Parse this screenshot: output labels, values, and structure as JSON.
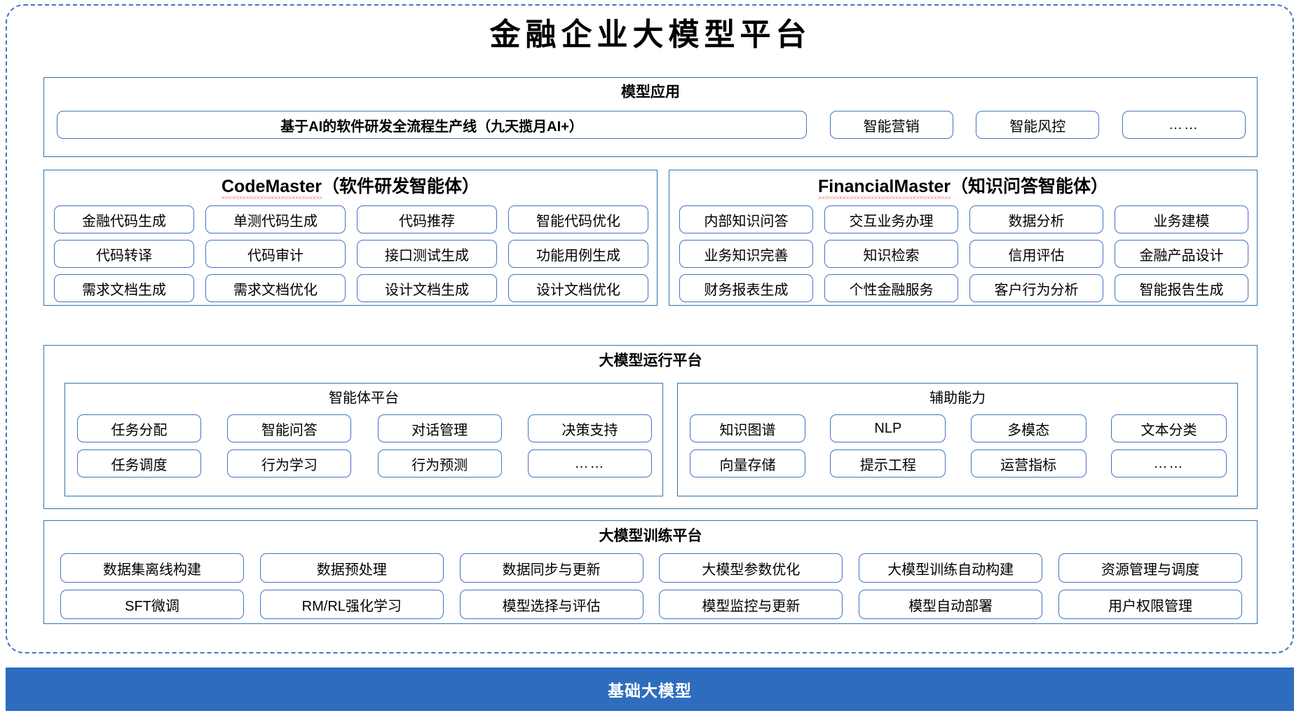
{
  "title": "金融企业大模型平台",
  "colors": {
    "frame_border": "#4472C4",
    "panel_border": "#2E74B5",
    "pill_border": "#4472C4",
    "base_bar_bg": "#2E6DBE",
    "spellcheck_underline": "#E03A2F"
  },
  "app_layer": {
    "title": "模型应用",
    "items": [
      {
        "label": "基于AI的软件研发全流程生产线（九天揽月AI+）",
        "size": "wide"
      },
      {
        "label": "智能营销",
        "size": "small"
      },
      {
        "label": "智能风控",
        "size": "small"
      },
      {
        "label": "……",
        "size": "small"
      }
    ]
  },
  "agents": [
    {
      "name": "CodeMaster",
      "suffix": "（软件研发智能体）",
      "spellchecked": true,
      "rows": [
        [
          "金融代码生成",
          "单测代码生成",
          "代码推荐",
          "智能代码优化"
        ],
        [
          "代码转译",
          "代码审计",
          "接口测试生成",
          "功能用例生成"
        ],
        [
          "需求文档生成",
          "需求文档优化",
          "设计文档生成",
          "设计文档优化"
        ]
      ]
    },
    {
      "name": "FinancialMaster",
      "suffix": "（知识问答智能体）",
      "spellchecked": true,
      "rows": [
        [
          "内部知识问答",
          "交互业务办理",
          "数据分析",
          "业务建模"
        ],
        [
          "业务知识完善",
          "知识检索",
          "信用评估",
          "金融产品设计"
        ],
        [
          "财务报表生成",
          "个性金融服务",
          "客户行为分析",
          "智能报告生成"
        ]
      ]
    }
  ],
  "runtime_layer": {
    "title": "大模型运行平台",
    "sections": [
      {
        "title": "智能体平台",
        "rows": [
          [
            "任务分配",
            "智能问答",
            "对话管理",
            "决策支持"
          ],
          [
            "任务调度",
            "行为学习",
            "行为预测",
            "……"
          ]
        ]
      },
      {
        "title": "辅助能力",
        "rows": [
          [
            "知识图谱",
            "NLP",
            "多模态",
            "文本分类"
          ],
          [
            "向量存储",
            "提示工程",
            "运营指标",
            "……"
          ]
        ]
      }
    ]
  },
  "training_layer": {
    "title": "大模型训练平台",
    "rows": [
      [
        "数据集离线构建",
        "数据预处理",
        "数据同步与更新",
        "大模型参数优化",
        "大模型训练自动构建",
        "资源管理与调度"
      ],
      [
        "SFT微调",
        "RM/RL强化学习",
        "模型选择与评估",
        "模型监控与更新",
        "模型自动部署",
        "用户权限管理"
      ]
    ]
  },
  "base_layer": {
    "label": "基础大模型"
  }
}
